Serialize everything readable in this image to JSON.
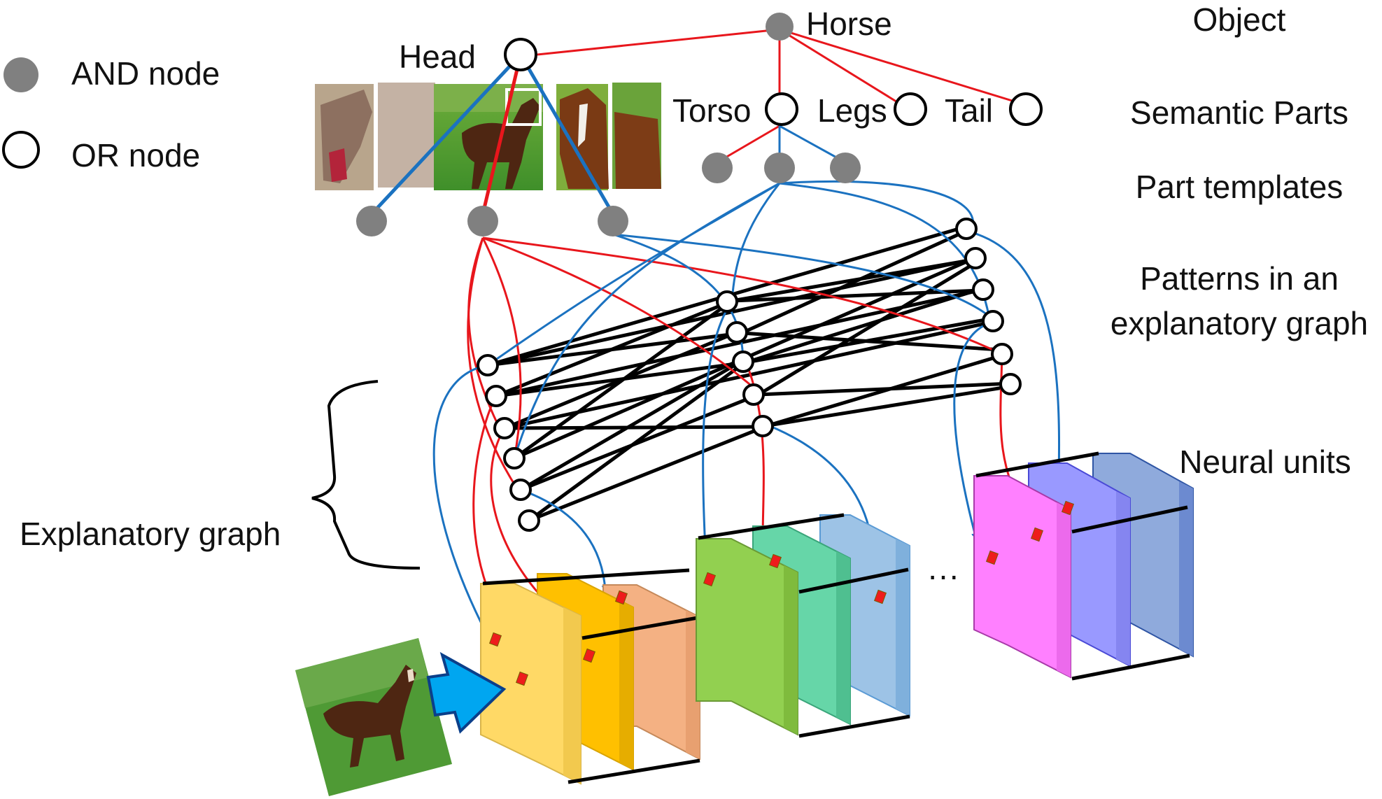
{
  "legend": {
    "and_node": "AND node",
    "or_node": "OR node"
  },
  "nodes": {
    "horse": "Horse",
    "head": "Head",
    "torso": "Torso",
    "legs": "Legs",
    "tail": "Tail"
  },
  "levels": {
    "object": "Object",
    "semantic_parts": "Semantic Parts",
    "part_templates": "Part templates",
    "patterns_line1": "Patterns in an",
    "patterns_line2": "explanatory graph",
    "neural_units": "Neural units"
  },
  "brace_label": "Explanatory graph",
  "ellipsis": "···",
  "colors": {
    "and_node": "#808080",
    "red_edge": "#e8161c",
    "blue_edge": "#1b72c0",
    "black_edge": "#000000",
    "arrow_fill": "#00a6f0",
    "unit_marker": "#ee1c1c"
  },
  "feature_maps": {
    "block1": [
      "#ffd966",
      "#ffc000",
      "#f4b183"
    ],
    "block2": [
      "#92d050",
      "#66d6a8",
      "#9dc3e6"
    ],
    "block3": [
      "#ff80ff",
      "#9999ff",
      "#8faadc"
    ]
  },
  "images": {
    "head_templates": [
      "horse-head-template-1",
      "horse-head-template-2",
      "horse-head-template-3"
    ],
    "input": "input-horse-image"
  }
}
